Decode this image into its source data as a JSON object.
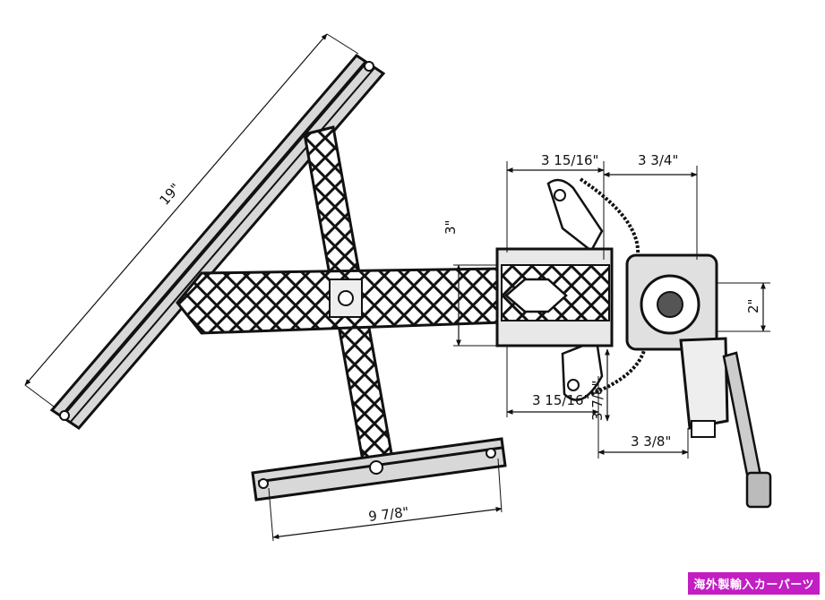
{
  "dimensions": {
    "rail_length": "19\"",
    "bottom_rail": "9 7/8\"",
    "top_left": "3 15/16\"",
    "top_right": "3 3/4\"",
    "bracket_height": "3\"",
    "motor_height": "2\"",
    "bottom_left": "3 15/16\"",
    "bottom_right": "3 3/8\"",
    "small_vertical": "3 7/8\""
  },
  "watermark": "海外製輸入カーパーツ",
  "colors": {
    "line": "#1a1a1a",
    "badge": "#c21ec4"
  }
}
